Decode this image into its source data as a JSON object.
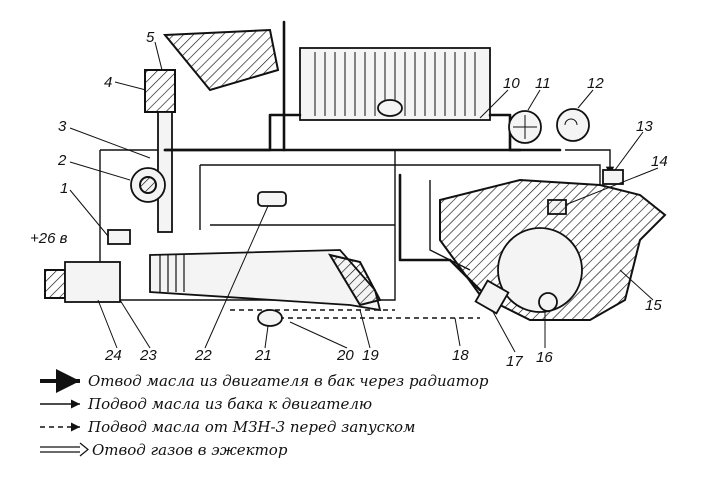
{
  "labels": {
    "n1": "1",
    "n2": "2",
    "n3": "3",
    "n4": "4",
    "n5": "5",
    "n10": "10",
    "n11": "11",
    "n12": "12",
    "n13": "13",
    "n14": "14",
    "n15": "15",
    "n16": "16",
    "n17": "17",
    "n18": "18",
    "n19": "19",
    "n20": "20",
    "n21": "21",
    "n22": "22",
    "n23": "23",
    "n24": "24",
    "voltage": "+26 в"
  },
  "legend": [
    {
      "text": "Отвод масла из двигателя в бак через радиатор"
    },
    {
      "text": "Подвод масла из бака к двигателю"
    },
    {
      "text": "Подвод масла от МЗН-3 перед запуском"
    },
    {
      "text": "Отвод газов в эжектор"
    }
  ]
}
